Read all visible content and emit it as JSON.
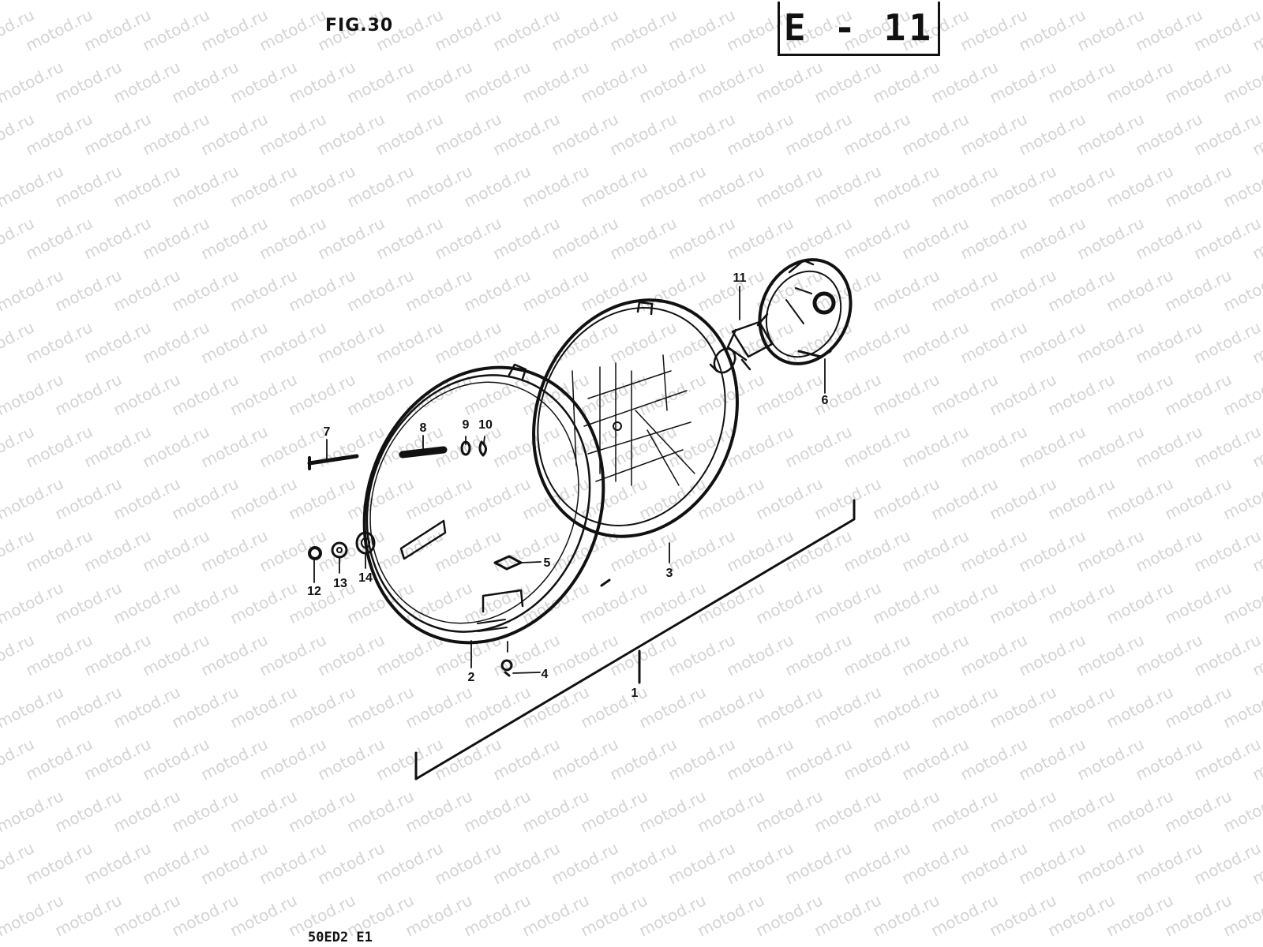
{
  "header": {
    "figure_label": "FIG.30",
    "reference_code": "E - 11"
  },
  "footer": {
    "model_code": "50ED2 E1"
  },
  "watermark": {
    "text": "motod.ru"
  },
  "callouts": [
    {
      "number": "1"
    },
    {
      "number": "2"
    },
    {
      "number": "3"
    },
    {
      "number": "4"
    },
    {
      "number": "5"
    },
    {
      "number": "6"
    },
    {
      "number": "7"
    },
    {
      "number": "8"
    },
    {
      "number": "9"
    },
    {
      "number": "10"
    },
    {
      "number": "11"
    },
    {
      "number": "12"
    },
    {
      "number": "13"
    },
    {
      "number": "14"
    }
  ],
  "parts": [
    {
      "icon": "headlight-assembly-bracket-icon"
    },
    {
      "icon": "headlight-rim-icon"
    },
    {
      "icon": "headlight-lens-unit-icon"
    },
    {
      "icon": "screw-icon"
    },
    {
      "icon": "clip-icon"
    },
    {
      "icon": "bulb-socket-icon"
    },
    {
      "icon": "long-screw-icon"
    },
    {
      "icon": "spring-icon"
    },
    {
      "icon": "washer-icon"
    },
    {
      "icon": "spring-washer-icon"
    },
    {
      "icon": "halogen-bulb-icon"
    },
    {
      "icon": "nut-icon"
    },
    {
      "icon": "washer-icon"
    },
    {
      "icon": "grommet-icon"
    }
  ]
}
